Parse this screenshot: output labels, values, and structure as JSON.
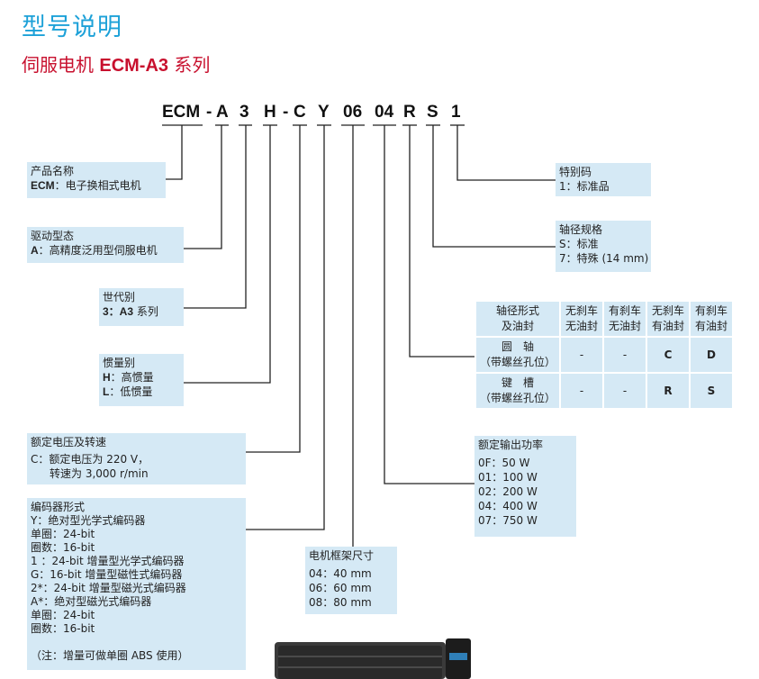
{
  "title": "型号说明",
  "subtitle_prefix": "伺服电机 ",
  "subtitle_bold": "ECM-A3",
  "subtitle_suffix": " 系列",
  "code": [
    "ECM",
    "-",
    "A",
    "3",
    "H",
    "-",
    "C",
    "Y",
    "06",
    "04",
    "R",
    "S",
    "1"
  ],
  "product_name": {
    "header": "产品名称",
    "line1_bold": "ECM",
    "line1_rest": "：电子换相式电机"
  },
  "drive_type": {
    "header": "驱动型态",
    "line1_bold": "A",
    "line1_rest": "：高精度泛用型伺服电机"
  },
  "generation": {
    "header": "世代别",
    "line1_bold": "3：A3",
    "line1_rest": " 系列"
  },
  "inertia": {
    "header": "惯量别",
    "line1_bold": "H",
    "line1_rest": "：高惯量",
    "line2_bold": "L",
    "line2_rest": "：低惯量"
  },
  "voltage": {
    "header": "额定电压及转速",
    "line1": "C：额定电压为 220 V，",
    "line2": "转速为 3,000 r/min"
  },
  "encoder": {
    "header": "编码器形式",
    "lines": [
      "Y：绝对型光学式编码器",
      "单圈：24-bit",
      "圈数：16-bit",
      "1 ：24-bit  增量型光学式编码器",
      "G：16-bit  增量型磁性式编码器",
      "2*：24-bit  增量型磁光式编码器",
      "A*：绝对型磁光式编码器",
      "单圈：24-bit",
      "圈数：16-bit",
      "",
      "（注：增量可做单圈 ABS 使用）"
    ]
  },
  "frame": {
    "header": "电机框架尺寸",
    "lines": [
      "04：40 mm",
      "06：60 mm",
      "08：80 mm"
    ]
  },
  "power": {
    "header": "额定输出功率",
    "lines": [
      "0F：50 W",
      "01：100 W",
      "02：200 W",
      "04：400 W",
      "07：750 W"
    ]
  },
  "special": {
    "header": "特别码",
    "line1": "1：标准品"
  },
  "shaft_spec": {
    "header": "轴径规格",
    "line1": "S：标准",
    "line2": "7：特殊 (14 mm)"
  },
  "shaft_table": {
    "header_col": [
      "轴径形式",
      "及油封"
    ],
    "headers": [
      [
        "无刹车",
        "无油封"
      ],
      [
        "有刹车",
        "无油封"
      ],
      [
        "无刹车",
        "有油封"
      ],
      [
        "有刹车",
        "有油封"
      ]
    ],
    "rows": [
      {
        "label1": "圆　轴",
        "label2": "（带螺丝孔位）",
        "cells": [
          "-",
          "-",
          "C",
          "D"
        ]
      },
      {
        "label1": "键　槽",
        "label2": "（带螺丝孔位）",
        "cells": [
          "-",
          "-",
          "R",
          "S"
        ]
      }
    ]
  }
}
